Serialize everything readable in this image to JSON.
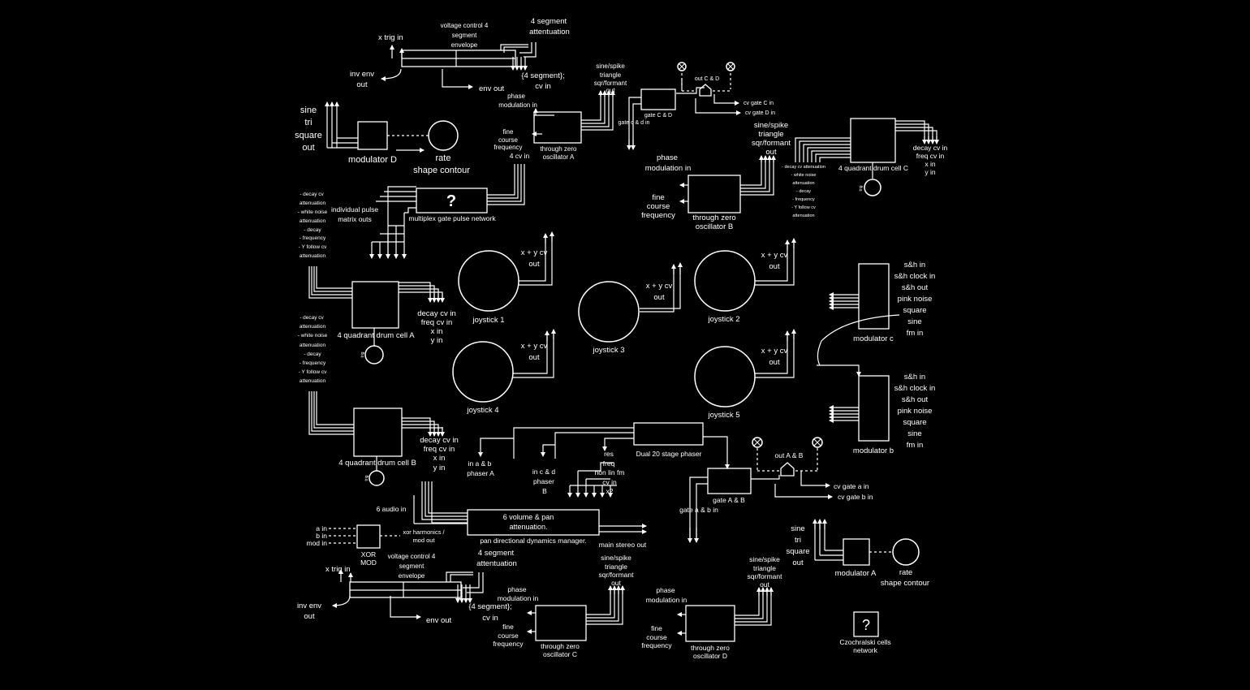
{
  "env_top": {
    "x_trig": "x trig in",
    "title": [
      "voltage control 4",
      "segment",
      "envelope"
    ],
    "seg_att": [
      "4 segment",
      "attentuation"
    ],
    "inv_env": [
      "inv env",
      "out"
    ],
    "env_out": "env out",
    "cv_in": [
      "{4 segment};",
      "cv in"
    ]
  },
  "mod_d": {
    "waves": [
      "sine",
      "tri",
      "square",
      "out"
    ],
    "name": "modulator D",
    "rate": "rate",
    "contour": "shape contour"
  },
  "osc_a": {
    "waves": [
      "sine/spike",
      "triangle",
      "sqr/formant",
      "out"
    ],
    "phase": [
      "phase",
      "modulation in"
    ],
    "freq": [
      "fine",
      "course",
      "frequency",
      "4 cv in"
    ],
    "name": [
      "through zero",
      "oscillator A"
    ]
  },
  "gate_cd": {
    "out": "out C & D",
    "name": "gate C & D",
    "cv_c": "cv gate C in",
    "cv_d": "cv gate D in",
    "gate_in": "gate c & d in"
  },
  "osc_b": {
    "waves": [
      "sine/spike",
      "triangle",
      "sqr/formant",
      "out"
    ],
    "phase": [
      "phase",
      "modulation in"
    ],
    "freq": [
      "fine",
      "course",
      "frequency"
    ],
    "name": [
      "through zero",
      "oscillator B"
    ]
  },
  "drum_c": {
    "name": "4 quadrant drum cell C",
    "inputs": [
      "decay cv in",
      "freq cv in",
      "x in",
      "y in"
    ],
    "att": [
      "- decay cv attenuation",
      "- white noise",
      "attenuation",
      "- decay",
      "- frequency",
      "- Y follow cv",
      "attenuation"
    ],
    "trig": "trig"
  },
  "multiplex": {
    "q": "?",
    "name": "multiplex gate pulse network",
    "outs": [
      "individual pulse",
      "matrix outs"
    ],
    "att": [
      "- decay cv",
      "attenuation",
      "- white noise",
      "attenuation",
      "- decay",
      "- frequency",
      "- Y follow cv",
      "attenuation"
    ]
  },
  "drum_a": {
    "name": "4 quadrant drum cell A",
    "inputs": [
      "decay cv in",
      "freq cv in",
      "x in",
      "y in"
    ],
    "att": [
      "- decay cv",
      "attenuation",
      "- white noise",
      "attenuation",
      "- decay",
      "- frequency",
      "- Y follow cv",
      "attenuation"
    ],
    "trig": "trig"
  },
  "joysticks": {
    "j1": "joystick 1",
    "j2": "joystick 2",
    "j3": "joystick 3",
    "j4": "joystick 4",
    "j5": "joystick 5",
    "xy": [
      "x + y cv",
      "out"
    ]
  },
  "mod_c": {
    "name": "modulator c",
    "outs": [
      "s&h in",
      "s&h clock in",
      "s&h out",
      "pink noise",
      "square",
      "sine",
      "fm in"
    ]
  },
  "mod_b": {
    "name": "modulator b",
    "outs": [
      "s&h in",
      "s&h clock in",
      "s&h out",
      "pink noise",
      "square",
      "sine",
      "fm in"
    ]
  },
  "drum_b": {
    "name": "4 quadrant drum cell B",
    "inputs": [
      "decay cv in",
      "freq cv in",
      "x in",
      "y in"
    ],
    "trig": "trig"
  },
  "phaser": {
    "name": "Dual 20 stage phaser",
    "a": [
      "in a & b",
      "phaser A"
    ],
    "b": [
      "in c & d",
      "phaser",
      "B"
    ],
    "ctrl": [
      "res",
      "freq",
      "non lin fm",
      "cv in",
      "x2"
    ]
  },
  "gate_ab": {
    "out": "out A & B",
    "name": "gate A & B",
    "cv_a": "cv gate a in",
    "cv_b": "cv gate b in",
    "gate_in": "gate a & b in"
  },
  "mixer": {
    "title": [
      "6 volume & pan",
      "attenuation."
    ],
    "sub": "pan directional dynamics manager.",
    "audio_in": "6 audio in",
    "main_out": "main stereo out"
  },
  "xor": {
    "ins": [
      "a in",
      "b in",
      "mod in"
    ],
    "name": [
      "XOR",
      "MOD"
    ],
    "out": [
      "xor harmonics /",
      "mod out"
    ]
  },
  "env_bot": {
    "x_trig": "x trig in",
    "title": [
      "voltage control 4",
      "segment",
      "envelope"
    ],
    "seg_att": [
      "4 segment",
      "attentuation"
    ],
    "inv_env": [
      "inv env",
      "out"
    ],
    "env_out": "env out",
    "cv_in": [
      "{4 segment};",
      "cv in"
    ]
  },
  "osc_c": {
    "waves": [
      "sine/spike",
      "triangle",
      "sqr/formant",
      "out"
    ],
    "phase": [
      "phase",
      "modulation in"
    ],
    "freq": [
      "fine",
      "course",
      "frequency"
    ],
    "name": [
      "through zero",
      "oscillator C"
    ]
  },
  "osc_d": {
    "waves": [
      "sine/spike",
      "triangle",
      "sqr/formant",
      "out"
    ],
    "phase": [
      "phase",
      "modulation in"
    ],
    "freq": [
      "fine",
      "course",
      "frequency"
    ],
    "name": [
      "through zero",
      "oscillator D"
    ]
  },
  "mod_a": {
    "waves": [
      "sine",
      "tri",
      "square",
      "out"
    ],
    "name": "modulator A",
    "rate": "rate",
    "contour": "shape contour"
  },
  "czochralski": {
    "q": "?",
    "name": [
      "Czochralski cells",
      "network"
    ]
  }
}
